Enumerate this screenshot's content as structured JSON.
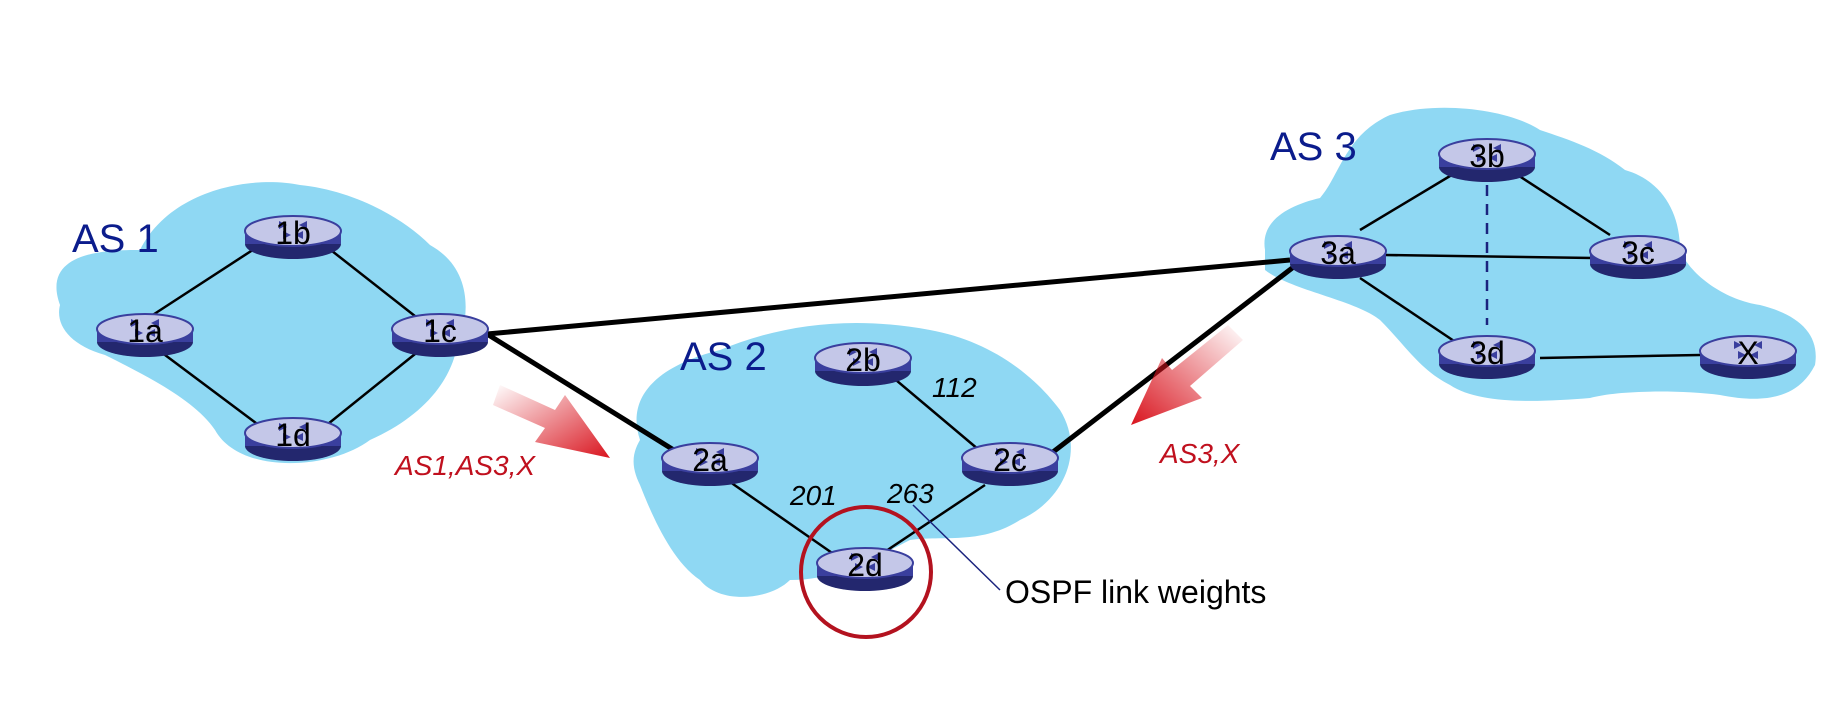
{
  "autonomous_systems": [
    {
      "id": "as1",
      "label": "AS 1"
    },
    {
      "id": "as2",
      "label": "AS 2"
    },
    {
      "id": "as3",
      "label": "AS 3"
    }
  ],
  "routers": {
    "r1a": "1a",
    "r1b": "1b",
    "r1c": "1c",
    "r1d": "1d",
    "r2a": "2a",
    "r2b": "2b",
    "r2c": "2c",
    "r2d": "2d",
    "r3a": "3a",
    "r3b": "3b",
    "r3c": "3c",
    "r3d": "3d",
    "rx": "X"
  },
  "link_weights": {
    "w2b2c": "112",
    "w2a2d": "201",
    "w2c2d": "263"
  },
  "advertisements": {
    "to_as2_from_as1": "AS1,AS3,X",
    "to_as2_from_as3": "AS3,X"
  },
  "callout": {
    "ospf": "OSPF link weights"
  },
  "colors": {
    "cloud": "#8fd8f3",
    "as_label": "#0b1c8c",
    "router_body": "#3a3f9e",
    "advert_text": "#c0101e",
    "highlight_circle": "#b3121f"
  }
}
